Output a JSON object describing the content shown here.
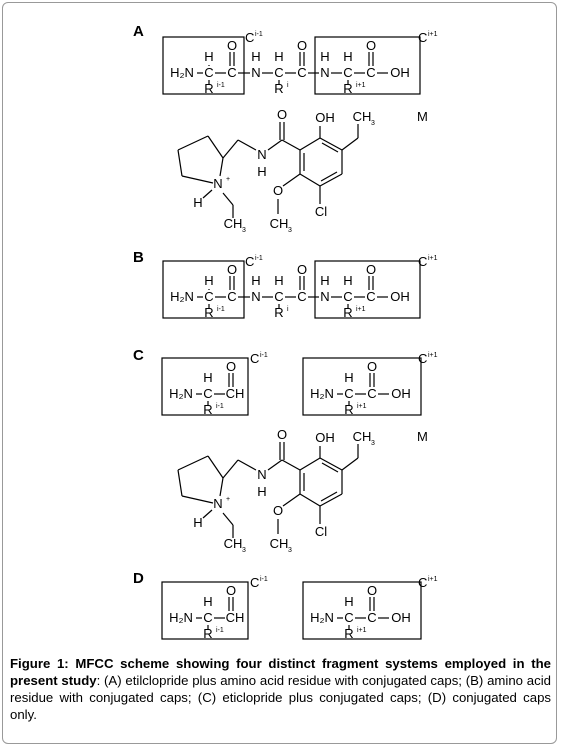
{
  "figure": {
    "panels": [
      {
        "label": "A",
        "components": [
          "C",
          "M"
        ]
      },
      {
        "label": "B",
        "components": [
          "C"
        ]
      },
      {
        "label": "C",
        "components": [
          "C",
          "M"
        ]
      },
      {
        "label": "D",
        "components": [
          "C"
        ]
      }
    ],
    "cap_labels": {
      "left_base": "C",
      "left_sup": "i-1",
      "right_base": "C",
      "right_sup": "i+1",
      "molecule": "M"
    },
    "atoms": {
      "h2n": "H₂N",
      "h": "H",
      "o": "O",
      "c": "C",
      "n": "N",
      "ch": "CH",
      "oh": "OH",
      "r": "R",
      "r_prev_sup": "i-1",
      "r_mid_sup": "i",
      "r_next_sup": "i+1",
      "ch3_ring": "CH",
      "ch3_sub": "3",
      "nplus": "N",
      "plus": "+",
      "ring_h": "H",
      "amide_h": "H",
      "cl": "Cl"
    }
  },
  "caption": {
    "title": "Figure 1: MFCC scheme showing four distinct fragment systems employed in the present study",
    "body": ": (A) etilclopride plus amino acid residue with conjugated caps; (B) amino acid residue with conjugated caps; (C) eticlopride plus conjugated caps; (D) conjugated caps only."
  }
}
